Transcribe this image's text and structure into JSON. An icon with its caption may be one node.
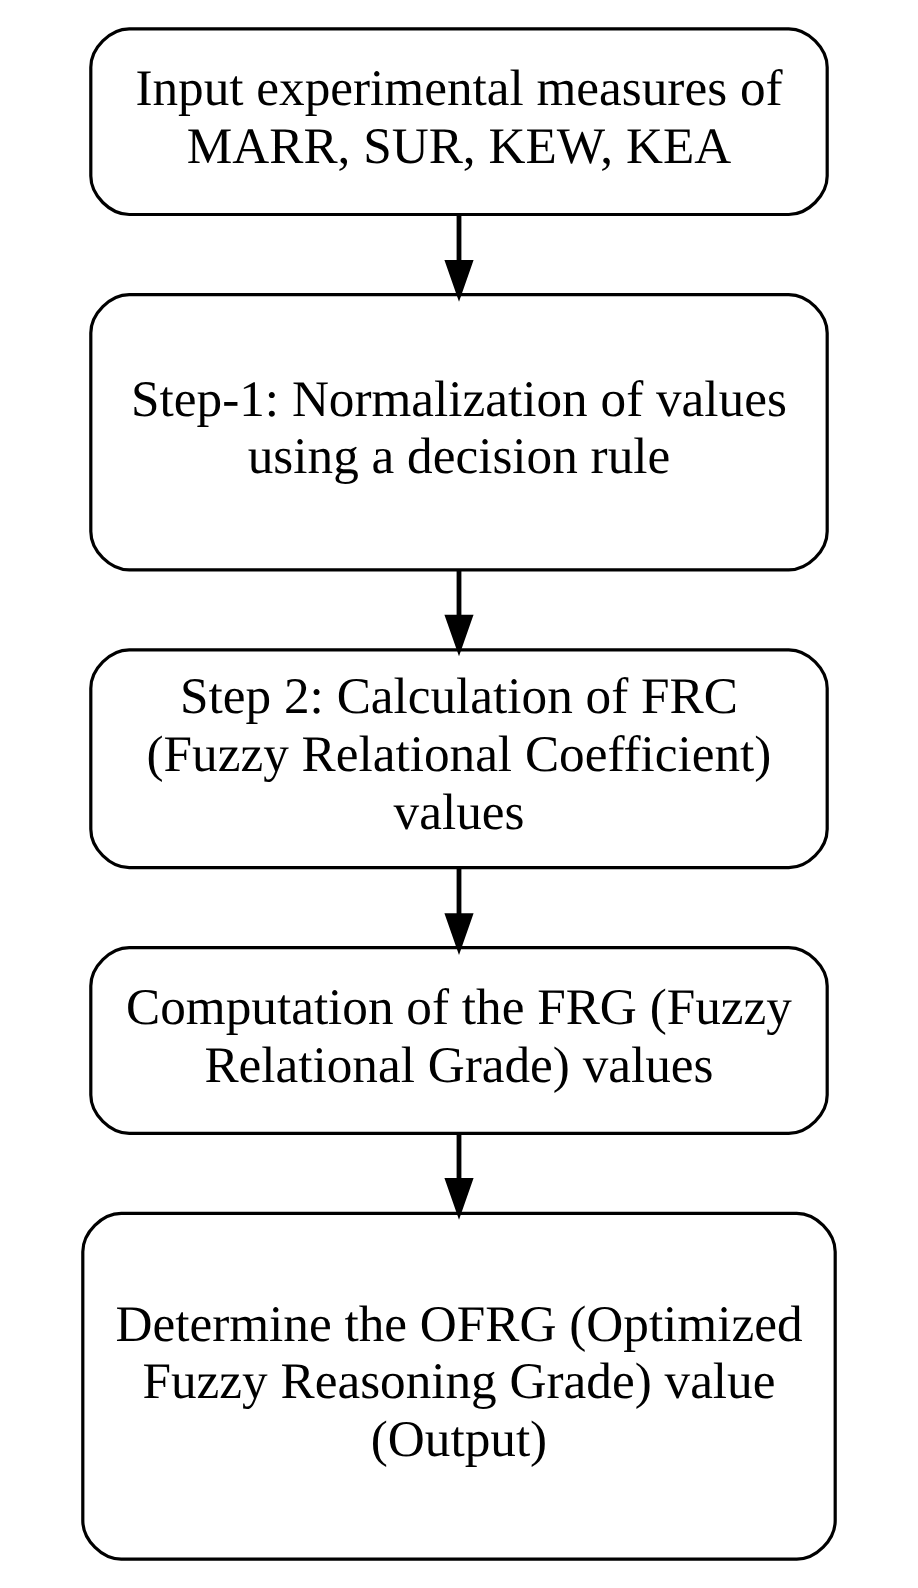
{
  "diagram": {
    "nodes": [
      {
        "text": [
          "Input experimental measures of MARR, SUR, KEW, KEA"
        ]
      },
      {
        "text": [
          "Step-1: Normalization of values using a decision rule"
        ]
      },
      {
        "text": [
          "Step 2: Calculation of FRC (Fuzzy Relational Coefficient) values"
        ]
      },
      {
        "text": [
          "Computation of the FRG (Fuzzy Relational Grade) values"
        ]
      },
      {
        "text": [
          "Determine the OFRG (Optimized Fuzzy Reasoning Grade) value (Output)"
        ]
      }
    ],
    "edges": [
      {
        "from": 0,
        "to": 1,
        "arrow": "to"
      },
      {
        "from": 1,
        "to": 2,
        "arrow": "to"
      },
      {
        "from": 2,
        "to": 3,
        "arrow": "to"
      },
      {
        "from": 3,
        "to": 4,
        "arrow": "to"
      }
    ]
  }
}
